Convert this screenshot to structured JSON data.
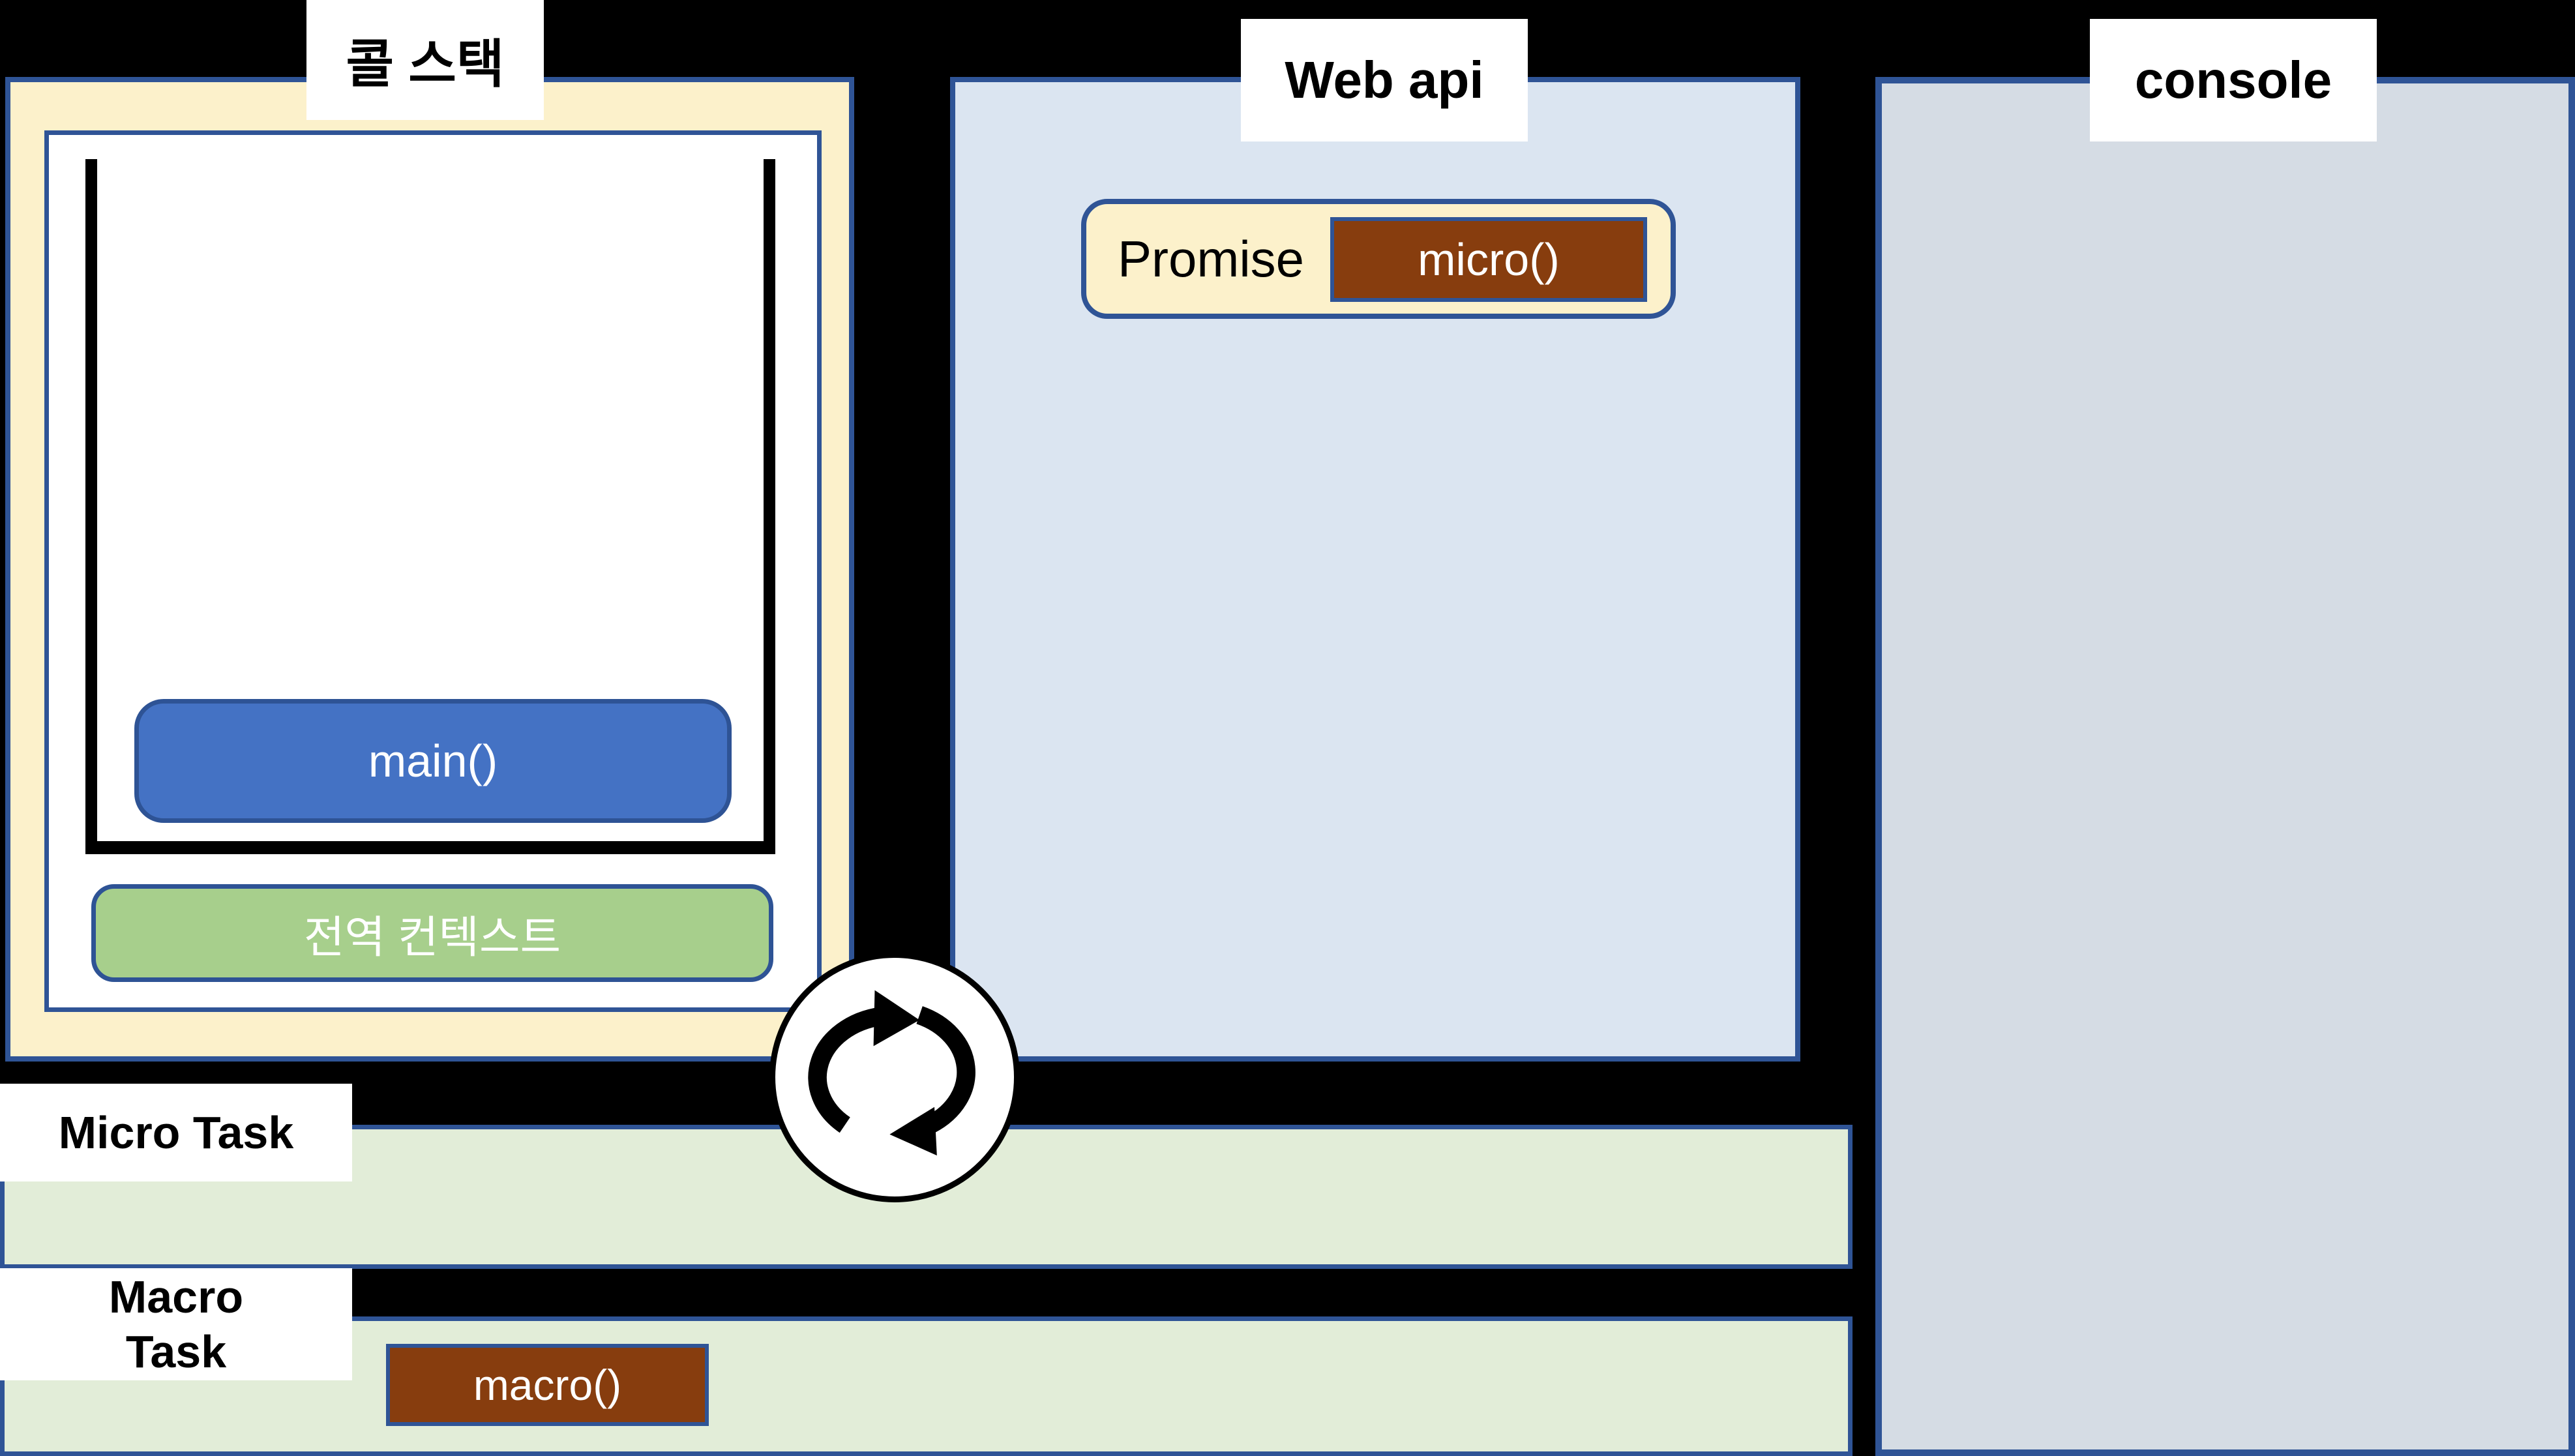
{
  "colors": {
    "background": "#000000",
    "region_border_blue": "#2F5496",
    "callstack_fill": "#FCF1CB",
    "webapi_fill": "#DBE5F1",
    "console_fill": "#D5DCE4",
    "task_band_fill": "#E2EDD8",
    "main_button_fill": "#4472C4",
    "global_context_fill": "#A7CF8C",
    "task_item_fill": "#873D0E"
  },
  "callstack": {
    "title": "콜 스택",
    "main_label": "main()",
    "global_context_label": "전역 컨텍스트"
  },
  "webapi": {
    "title": "Web api",
    "promise_label": "Promise",
    "micro_label": "micro()"
  },
  "console": {
    "title": "console"
  },
  "micro_task": {
    "label": "Micro Task"
  },
  "macro_task": {
    "label_line1": "Macro",
    "label_line2": "Task",
    "macro_label": "macro()"
  },
  "event_loop": {
    "icon": "cycle-arrows-icon"
  }
}
